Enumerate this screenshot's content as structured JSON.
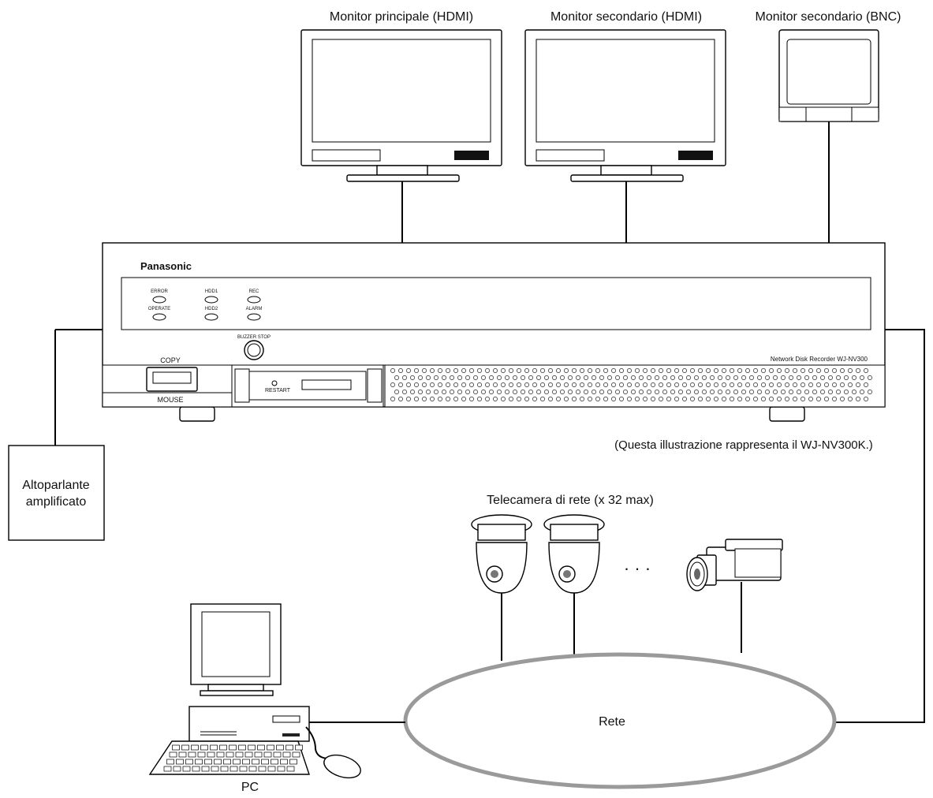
{
  "labels": {
    "monitor_main": "Monitor principale (HDMI)",
    "monitor_sub_hdmi": "Monitor secondario (HDMI)",
    "monitor_sub_bnc": "Monitor secondario (BNC)",
    "speaker": [
      "Altoparlante",
      "amplificato"
    ],
    "cameras": "Telecamera di rete (x 32 max)",
    "network": "Rete",
    "pc": "PC",
    "note": "(Questa illustrazione rappresenta il WJ-NV300K.)"
  },
  "recorder": {
    "brand": "Panasonic",
    "model": "Network Disk Recorder WJ-NV300",
    "leds": [
      "ERROR",
      "HDD1",
      "REC",
      "OPERATE",
      "HDD2",
      "ALARM"
    ],
    "buzzer": "BUZZER STOP",
    "copy": "COPY",
    "mouse": "MOUSE",
    "restart": "RESTART"
  },
  "ellipsis": "· · ·"
}
